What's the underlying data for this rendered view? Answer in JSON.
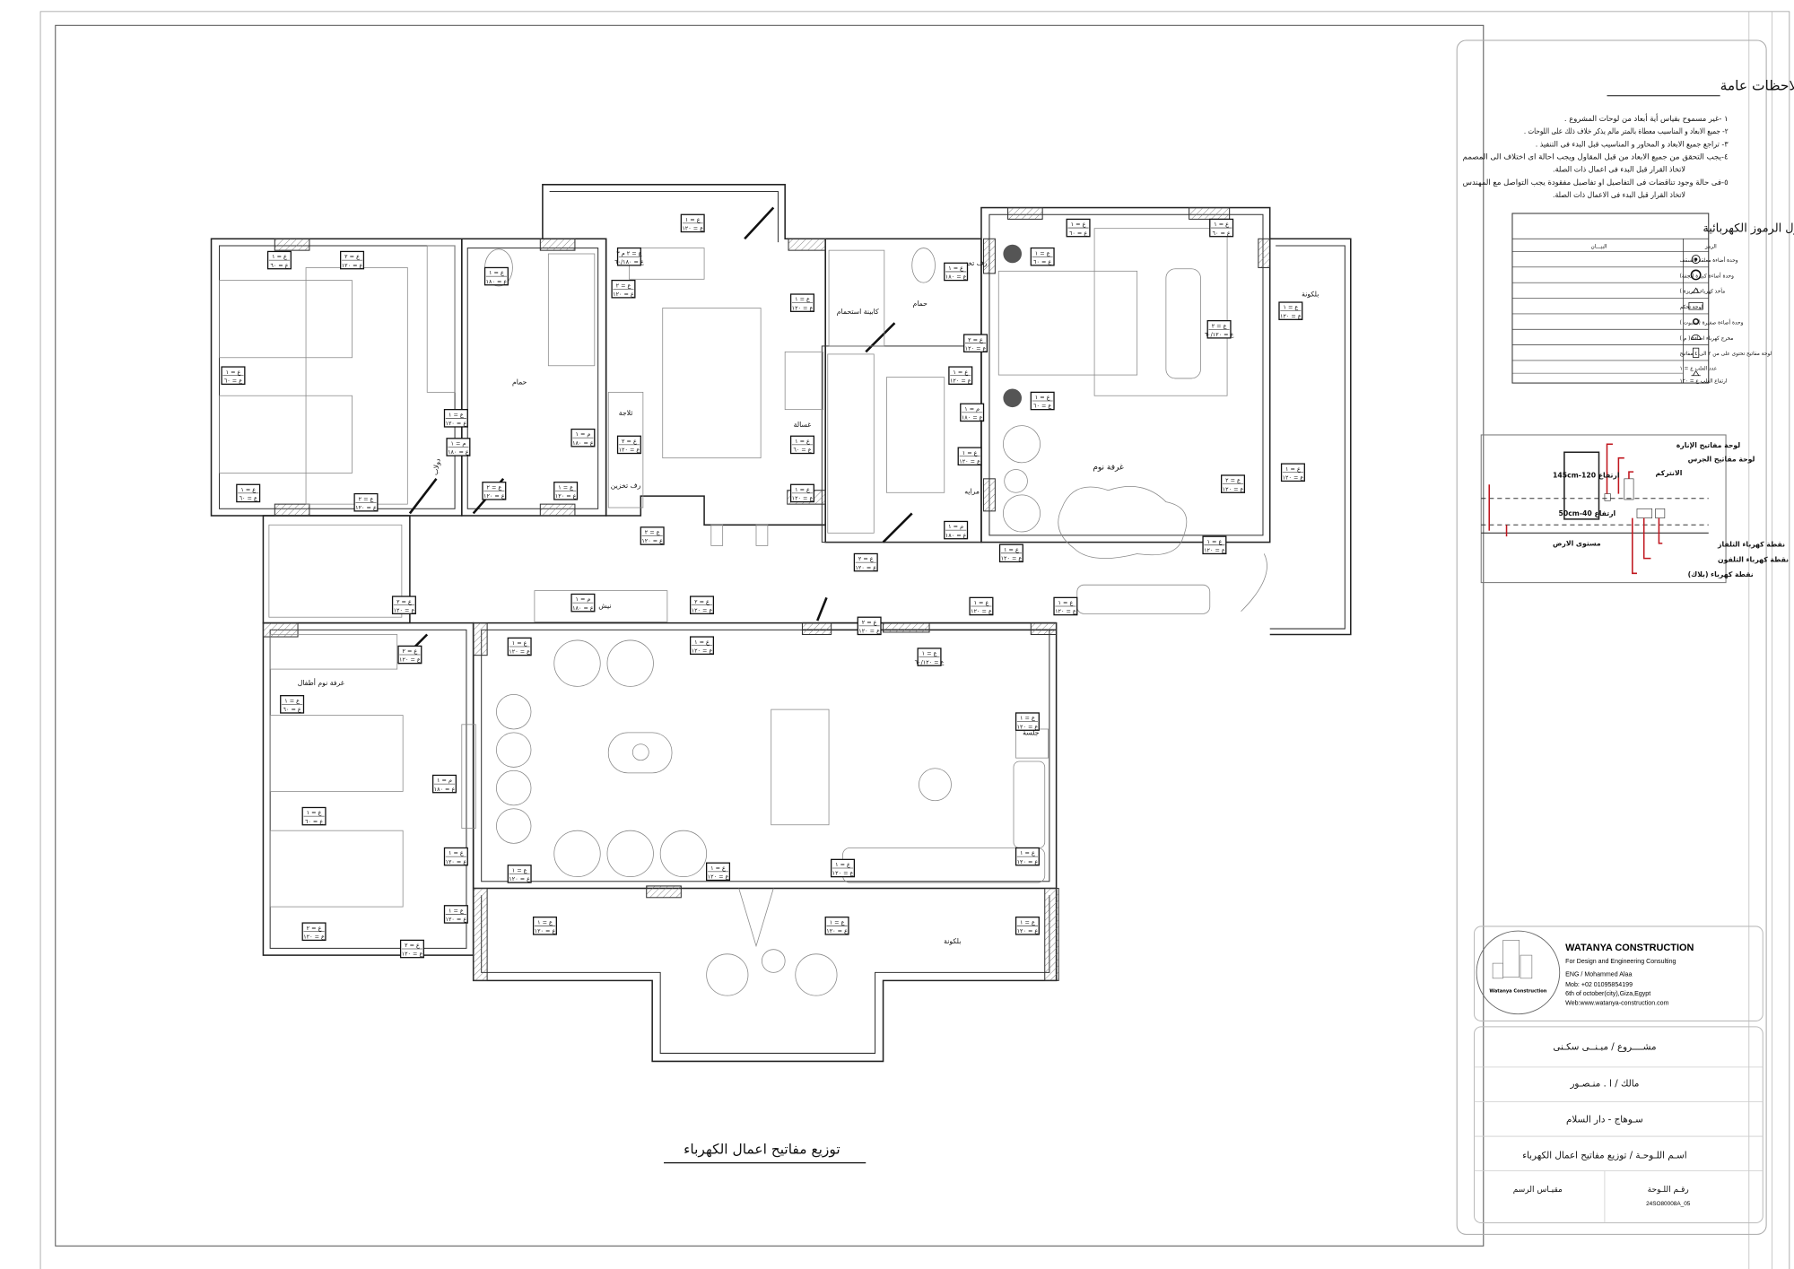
{
  "drawing_title": "توزيع مفاتيح اعمال الكهرباء",
  "rooms": {
    "bath_1": "حمام",
    "bath_2": "حمام",
    "shower": "كابينة استحمام",
    "storage_1": "رف تخزين",
    "storage_2": "رف تخزين",
    "fridge": "ثلاجة",
    "washer": "غسالة",
    "mirror": "مرايه",
    "master_bedroom": "غرفة نوم",
    "kids_bedroom": "غرفة نوم أطفال",
    "balcony_right": "بلكونة",
    "balcony_bottom": "بلكونة",
    "niche": "نيش",
    "seating": "جلسة",
    "closet": "دولاب"
  },
  "tags": [
    {
      "top": "ع = ١",
      "bottom": "ع = ٦٠"
    },
    {
      "top": "ع = ٢",
      "bottom": "ع = ١٢٠"
    },
    {
      "top": "ع = ١",
      "bottom": "ع = ٦٠"
    },
    {
      "top": "ع = ١",
      "bottom": "ع = ٦٠"
    },
    {
      "top": "ع = ٢",
      "bottom": "ع = ١٢٠"
    },
    {
      "top": "ع = ١",
      "bottom": "ع = ١٢٠"
    },
    {
      "top": "م = ١",
      "bottom": "ع = ١٨٠"
    },
    {
      "top": "ع = ١",
      "bottom": "ع = ١٨٠"
    },
    {
      "top": "م = ١",
      "bottom": "ع = ١٨٠"
    },
    {
      "top": "ع = ٢",
      "bottom": "ع = ١٢٠"
    },
    {
      "top": "ع = ١",
      "bottom": "ع = ١٢٠"
    },
    {
      "top": "ع = ٢ م ٣",
      "bottom": "ع = ٦٠/١٨٠"
    },
    {
      "top": "ع = ١",
      "bottom": "ع = ١٢٠"
    },
    {
      "top": "ع = ٢",
      "bottom": "ع = ١٢٠"
    },
    {
      "top": "ع = ٢",
      "bottom": "ع = ١٢٠"
    },
    {
      "top": "ع = ١",
      "bottom": "ع = ١٢٠"
    },
    {
      "top": "ع = ١",
      "bottom": "ع = ٦٠"
    },
    {
      "top": "ع = ١",
      "bottom": "ع = ١٢٠"
    },
    {
      "top": "ع = ٢",
      "bottom": "ع = ١٢٠"
    },
    {
      "top": "ع = ١",
      "bottom": "ع = ١٨٠"
    },
    {
      "top": "ع = ٢",
      "bottom": "ع = ١٢٠"
    },
    {
      "top": "ع = ١",
      "bottom": "ع = ١٢٠"
    },
    {
      "top": "م = ١",
      "bottom": "ع = ١٨٠"
    },
    {
      "top": "ع = ١",
      "bottom": "ع = ١٢٠"
    },
    {
      "top": "م = ١",
      "bottom": "ع = ١٨٠"
    },
    {
      "top": "ع = ٢",
      "bottom": "ع = ١٢٠"
    },
    {
      "top": "ع = ١",
      "bottom": "ع = ٦٠"
    },
    {
      "top": "ع = ١",
      "bottom": "ع = ٦٠"
    },
    {
      "top": "ع = ١",
      "bottom": "ع = ٦٠"
    },
    {
      "top": "ع = ٢",
      "bottom": "ع = ٦٠/١٢٠"
    },
    {
      "top": "ع = ١",
      "bottom": "ع = ٦٠"
    },
    {
      "top": "ع = ٢",
      "bottom": "ع = ١٢٠"
    },
    {
      "top": "ع = ١",
      "bottom": "ع = ١٢٠"
    },
    {
      "top": "ع = ١",
      "bottom": "ع = ١٢٠"
    },
    {
      "top": "ع = ١",
      "bottom": "ع = ١٢٠"
    },
    {
      "top": "ع = ١",
      "bottom": "ع = ١٢٠"
    },
    {
      "top": "ع = ١",
      "bottom": "ع = ١٢٠"
    },
    {
      "top": "ع = ١",
      "bottom": "ع = ١٢٠"
    },
    {
      "top": "ع = ٢",
      "bottom": "ع = ١٢٠"
    },
    {
      "top": "ع = ١",
      "bottom": "ع = ٦٠/١٢٠"
    },
    {
      "top": "ع = ٢",
      "bottom": "ع = ١٢٠"
    },
    {
      "top": "م = ١",
      "bottom": "ع = ١٨٠"
    },
    {
      "top": "ع = ٢",
      "bottom": "ع = ١٢٠"
    },
    {
      "top": "ع = ٢",
      "bottom": "ع = ١٢٠"
    },
    {
      "top": "ع = ١",
      "bottom": "ع = ١٢٠"
    },
    {
      "top": "ع = ١",
      "bottom": "ع = ١٢٠"
    },
    {
      "top": "ع = ١",
      "bottom": "ع = ٦٠"
    },
    {
      "top": "ع = ١",
      "bottom": "ع = ٦٠"
    },
    {
      "top": "ع = ٢",
      "bottom": "ع = ١٢٠"
    },
    {
      "top": "م = ١",
      "bottom": "ع = ١٨٠"
    },
    {
      "top": "ع = ١",
      "bottom": "ع = ١٢٠"
    },
    {
      "top": "ع = ١",
      "bottom": "ع = ١٢٠"
    },
    {
      "top": "ع = ١",
      "bottom": "ع = ١٢٠"
    },
    {
      "top": "ع = ١",
      "bottom": "ع = ١٢٠"
    },
    {
      "top": "ع = ١",
      "bottom": "ع = ١٢٠"
    },
    {
      "top": "ع = ١",
      "bottom": "ع = ١٢٠"
    },
    {
      "top": "ع = ١",
      "bottom": "ع = ١٢٠"
    },
    {
      "top": "ع = ١",
      "bottom": "ع = ١٢٠"
    },
    {
      "top": "ع = ١",
      "bottom": "ع = ١٢٠"
    },
    {
      "top": "ع = ١",
      "bottom": "ع = ١٢٠"
    },
    {
      "top": "ع = ٢",
      "bottom": "ع = ١٢٠"
    }
  ],
  "notes": {
    "title": "ملاحظات عامة",
    "items": [
      "١ -غير مسموح بقياس أية أبعاد من لوحات المشروع .",
      "٢- جميع الابعاد و المناسيب معطاة بالمتر مالم يذكر خلاف ذلك على اللوحات .",
      "٣- تراجع جميع الابعاد و المحاور و المناسيب  قبل البدء فى التنفيذ .",
      "٤-يجب التحقق من جميع الابعاد من قبل المقاول ويجب احالة اى اختلاف الى المصمم",
      "لاتخاذ القرار قبل البدء فى اعمال ذات الصلة.",
      "٥-فى حالة وجود تناقضات فى التفاصيل او تفاصيل مفقودة يجب التواصل مع المهندس",
      "لاتخاذ القرار قبل البدء فى الاعمال ذات الصلة."
    ]
  },
  "legend": {
    "title": "جدول الرموز الكهربائية",
    "col_symbol": "الرمز",
    "col_desc": "البيـــان",
    "rows": [
      {
        "icon": "ceiling-light-icon",
        "desc": "وحدة أضاءة معلقة بالسقف"
      },
      {
        "icon": "chandelier-icon",
        "desc": "وحدة أضاءة كبيرة (نجفة)"
      },
      {
        "icon": "socket-icon",
        "desc": "مأخذ كهرباء ( بريزة )"
      },
      {
        "icon": "control-panel-icon",
        "desc": "لوحة تحكم"
      },
      {
        "icon": "spotlight-icon",
        "desc": "وحدة أضاءة صغيرة ( سبوت )"
      },
      {
        "icon": "light-outlet-icon",
        "desc": "مخرج كهرباء اضاءة ( م )"
      },
      {
        "icon": "switch-panel-icon",
        "desc": "لوحة مفاتيح تحتوى على من ٢ الى ٤ مفاتيح"
      },
      {
        "icon": "switch-box-icon",
        "desc": "عدد العلب ع = ١",
        "desc2": "ارتفاع العلب ع = ١٢٠"
      }
    ]
  },
  "height_diagram": {
    "lighting_panel": "لوحة مفاتيح الإنارة",
    "bell_panel": "لوحة مفاتيح الجرس",
    "intercom": "الانتركم",
    "high_level": "ارتفاع 120-145cm",
    "low_level": "ارتفاع 40-50cm",
    "floor": "مستوى الارض",
    "tv_point": "نقطة كهرباء التلفاز",
    "phone_point": "نقطة كهرباء التلفون",
    "socket_point": "نقطة كهرباء (بلاك)",
    "accent": "#c0161e"
  },
  "company": {
    "logo_text": "Watanya Construction",
    "name": "WATANYA CONSTRUCTION",
    "tagline": "For Design and Engineering Consulting",
    "engineer": "ENG / Mohammed Alaa",
    "mobile": "Mob: +02 01095854199",
    "address": "6th of october(city),Giza,Egypt",
    "web": "Web:www.watanya-construction.com"
  },
  "project": {
    "project": "مشــــروع / مبـنــى سكـنى",
    "owner": "مالك / ا . منـصـور",
    "location": "سـوهاج  -  دار السلام",
    "sheet_name": "اسـم اللـوحـة / توزيع مفاتيح اعمال الكهرباء",
    "scale_label": "مقيـاس الرسم",
    "sheet_no_label": "رقـم اللـوحة",
    "sheet_no": "24SO80008A_05"
  }
}
